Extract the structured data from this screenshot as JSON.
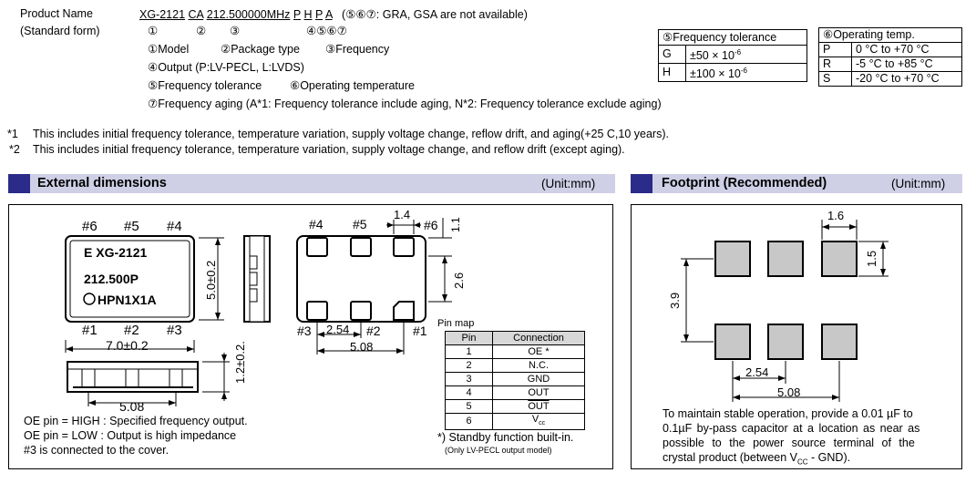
{
  "header": {
    "product_name_label": "Product Name",
    "standard_form_label": "(Standard form)",
    "pn_model": "XG-2121",
    "pn_package": "CA",
    "pn_freq": "212.500000MHz",
    "pn_p": "P",
    "pn_h": "H",
    "pn_p2": "P",
    "pn_a": "A",
    "pn_note": "(⑤⑥⑦: GRA, GSA are not available)",
    "mark1": "①",
    "mark2": "②",
    "mark3": "③",
    "mark4567": "④⑤⑥⑦",
    "desc_line1_a": "①Model",
    "desc_line1_b": "②Package  type",
    "desc_line1_c": "③Frequency",
    "desc_line2": "④Output (P:LV-PECL, L:LVDS)",
    "desc_line3_a": "⑤Frequency tolerance",
    "desc_line3_b": "⑥Operating temperature",
    "desc_line4": "⑦Frequency aging (A*1: Frequency tolerance include aging, N*2: Frequency tolerance exclude aging)"
  },
  "freq_tol_table": {
    "title": "⑤Frequency tolerance",
    "rows": [
      {
        "code": "G",
        "val": "±50 × 10",
        "exp": "-6"
      },
      {
        "code": "H",
        "val": "±100 × 10",
        "exp": "-6"
      }
    ]
  },
  "temp_table": {
    "title": "⑥Operating temp.",
    "rows": [
      {
        "code": "P",
        "val": "0 °C to +70 °C"
      },
      {
        "code": "R",
        "val": "-5 °C to +85 °C"
      },
      {
        "code": "S",
        "val": "-20 °C to +70 °C"
      }
    ]
  },
  "footnotes": {
    "n1_mark": "*1",
    "n1_text": "This includes initial frequency tolerance, temperature variation, supply voltage change, reflow drift, and aging(+25  C,10 years).",
    "n2_mark": "*2",
    "n2_text": "This includes initial frequency tolerance, temperature variation, supply voltage change, and reflow drift (except aging)."
  },
  "ext_dim": {
    "title": "External dimensions",
    "unit": "(Unit:mm)",
    "top_pins": [
      "#6",
      "#5",
      "#4"
    ],
    "bot_pins": [
      "#1",
      "#2",
      "#3"
    ],
    "marking1": "E XG-2121",
    "marking2": "212.500P",
    "marking3": "HPN1X1A",
    "dim_height": "5.0±0.2",
    "dim_width": "7.0±0.2",
    "dim_thickness": "1.2±0.2.",
    "dim_508_side": "5.08",
    "bottom_pins_top": [
      "#4",
      "#5",
      "#6"
    ],
    "bottom_pins_bot": [
      "#3",
      "#2",
      "#1"
    ],
    "dim_14": "1.4",
    "dim_11": "1.1",
    "dim_26": "2.6",
    "dim_254": "2.54",
    "dim_508": "5.08",
    "oe_high": "OE pin = HIGH : Specified frequency output.",
    "oe_low": "OE pin = LOW : Output is high impedance",
    "cover": "#3 is connected to the cover.",
    "standby": "*) Standby function built-in.",
    "standby_sub": "(Only LV-PECL output model)"
  },
  "pin_map": {
    "title": "Pin map",
    "head_pin": "Pin",
    "head_conn": "Connection",
    "rows": [
      {
        "pin": "1",
        "conn": "OE *"
      },
      {
        "pin": "2",
        "conn": "N.C."
      },
      {
        "pin": "3",
        "conn": "GND"
      },
      {
        "pin": "4",
        "conn": "OUT"
      },
      {
        "pin": "5",
        "conn": "OUT"
      },
      {
        "pin": "6",
        "conn": "Vcc"
      }
    ]
  },
  "footprint": {
    "title": "Footprint (Recommended)",
    "unit": "(Unit:mm)",
    "dim_16": "1.6",
    "dim_15": "1.5",
    "dim_39": "3.9",
    "dim_254": "2.54",
    "dim_508": "5.08",
    "note_l1": "To maintain stable operation, provide a 0.01 µF to",
    "note_l2": "0.1µF by-pass capacitor at a location as near as",
    "note_l3": "possible to the power source terminal of the",
    "note_l4": "crystal product (between V",
    "note_l4_sub": "CC",
    "note_l4_end": " - GND)."
  }
}
